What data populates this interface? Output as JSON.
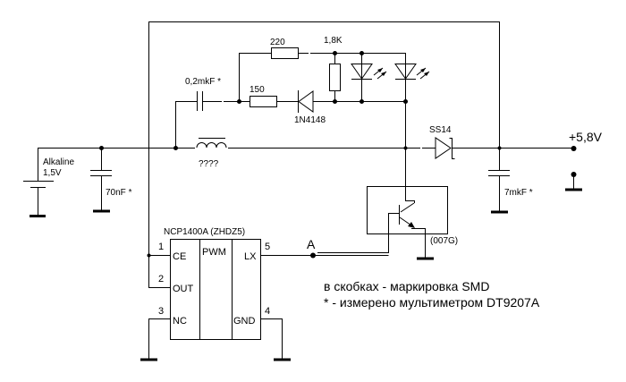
{
  "diagram": {
    "type": "circuit-schematic",
    "power": {
      "battery_label": "Alkaline",
      "battery_voltage": "1,5V",
      "output_voltage": "+5,8V"
    },
    "components": {
      "c_input": "70nF *",
      "c_coupling": "0,2mkF *",
      "inductor": "????",
      "r_top": "220",
      "r_mid": "150",
      "r_parallel": "1,8K",
      "diode_small": "1N4148",
      "diode_schottky": "SS14",
      "c_output": "7mkF *",
      "transistor_marking": "(007G)",
      "ic_name": "NCP1400A (ZHDZ5)",
      "ic_block_center": "PWM",
      "node_label": "A"
    },
    "ic_pins": [
      {
        "num": "1",
        "name": "CE"
      },
      {
        "num": "2",
        "name": "OUT"
      },
      {
        "num": "3",
        "name": "NC"
      },
      {
        "num": "4",
        "name": "GND"
      },
      {
        "num": "5",
        "name": "LX"
      }
    ],
    "notes": [
      "в скобках - маркировка SMD",
      "* - измерено мультиметром DT9207A"
    ]
  }
}
